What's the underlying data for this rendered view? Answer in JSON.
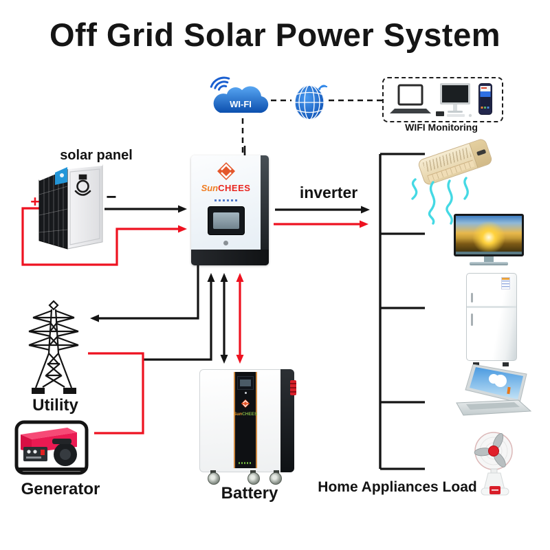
{
  "title": "Off Grid Solar Power System",
  "network": {
    "wifi_label": "WI-FI",
    "monitoring_label": "WIFI Monitoring",
    "monitoring_icons": [
      "laptop-icon",
      "desktop-computer-icon",
      "smartphone-icon"
    ]
  },
  "solar": {
    "label": "solar panel",
    "plus": "+",
    "minus": "−"
  },
  "inverter": {
    "label": "inverter",
    "brand_sun": "Sun",
    "brand_chees": "CHEES"
  },
  "utility": {
    "label": "Utility"
  },
  "generator": {
    "label": "Generator"
  },
  "battery": {
    "label": "Battery",
    "brand_sun": "Sun",
    "brand_chees": "CHEES"
  },
  "load": {
    "label": "Home Appliances Load",
    "appliance_icons": [
      "air-conditioner-icon",
      "tv-icon",
      "refrigerator-icon",
      "laptop-icon",
      "table-fan-icon"
    ]
  },
  "colors": {
    "wire_red": "#ee1220",
    "wire_black": "#141414",
    "brand_orange": "#e4572b",
    "brand_red": "#e8251f",
    "cloud_blue": "#2a7de1",
    "airflow_cyan": "#45d9e4"
  }
}
